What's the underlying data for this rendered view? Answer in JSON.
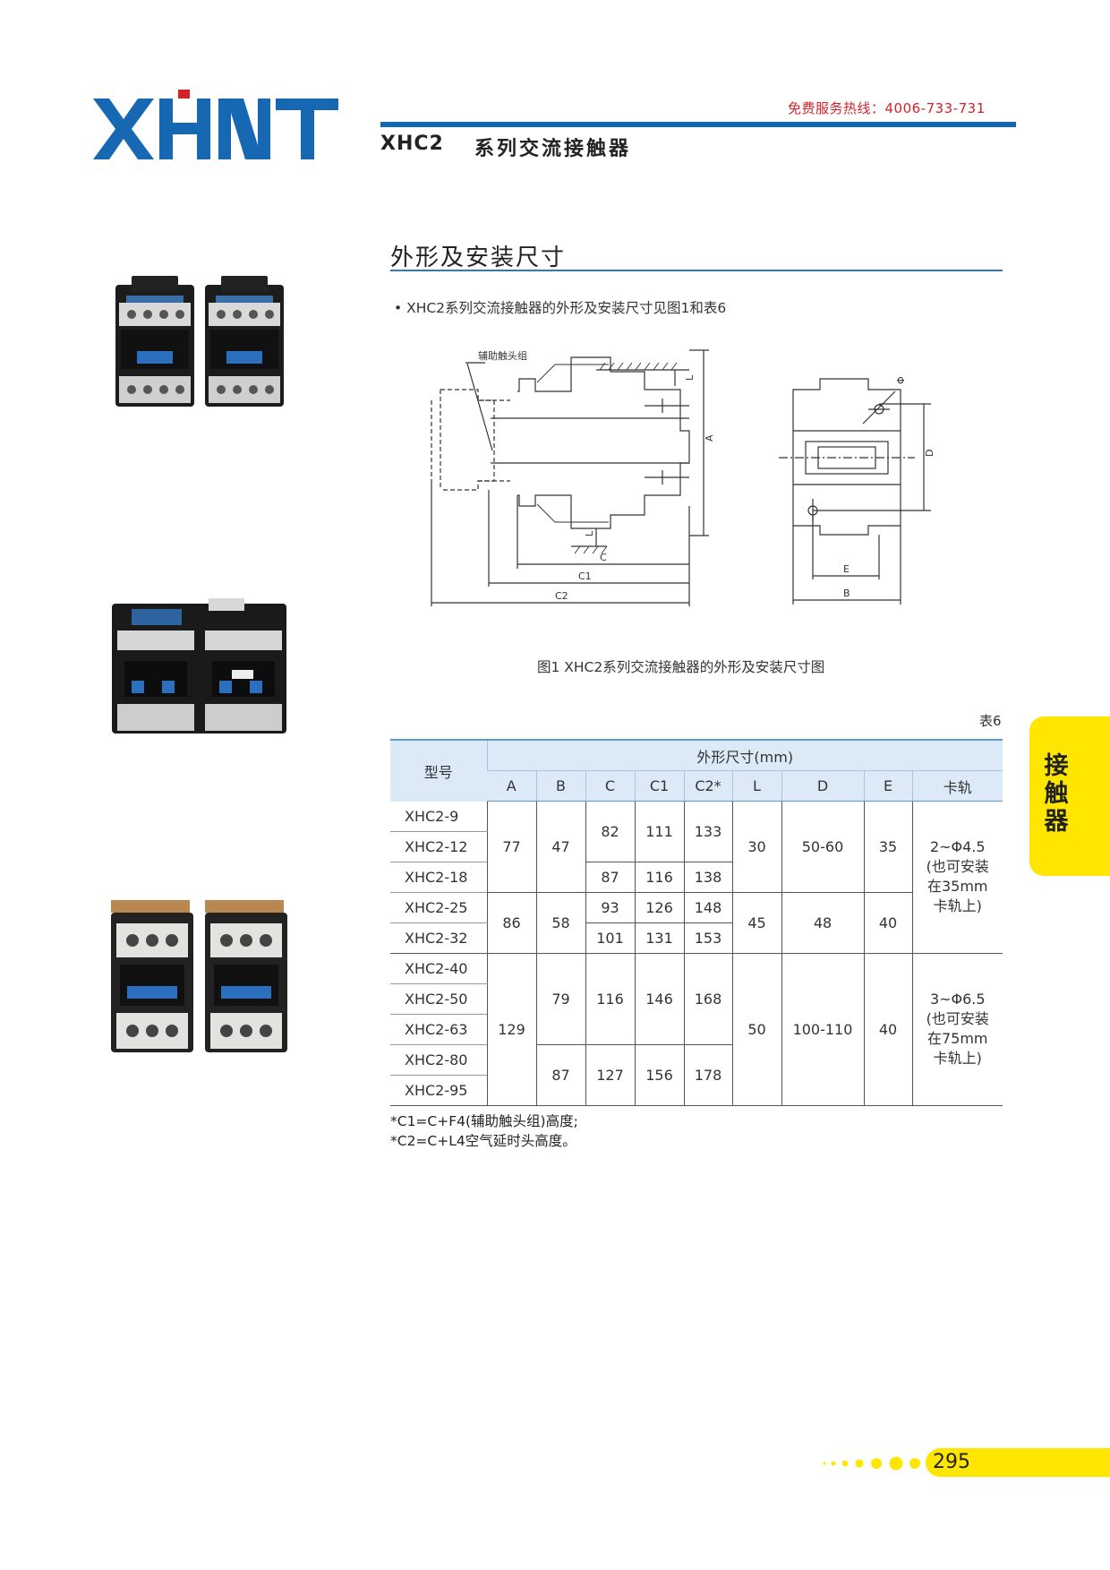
{
  "header": {
    "brand": "XHNT",
    "hotline": "免费服务热线：4006-733-731",
    "product_code": "XHC2",
    "product_title": "系列交流接触器"
  },
  "section": {
    "title": "外形及安装尺寸",
    "intro": "• XHC2系列交流接触器的外形及安装尺寸见图1和表6"
  },
  "figure": {
    "callout": "辅助触头组",
    "labels": [
      "L",
      "A",
      "L",
      "C",
      "C1",
      "C2",
      "Φ",
      "D",
      "E",
      "B"
    ],
    "caption": "图1  XHC2系列交流接触器的外形及安装尺寸图"
  },
  "table": {
    "label": "表6",
    "model_header": "型号",
    "group_header": "外形尺寸(mm)",
    "columns": [
      "A",
      "B",
      "C",
      "C1",
      "C2*",
      "L",
      "D",
      "E",
      "卡轨"
    ],
    "models": [
      "XHC2-9",
      "XHC2-12",
      "XHC2-18",
      "XHC2-25",
      "XHC2-32",
      "XHC2-40",
      "XHC2-50",
      "XHC2-63",
      "XHC2-80",
      "XHC2-95"
    ],
    "cells": {
      "A_9_18": "77",
      "B_9_18": "47",
      "C_9_12": "82",
      "C1_9_12": "111",
      "C2_9_12": "133",
      "L_9_18": "30",
      "D_9_18": "50-60",
      "E_9_18": "35",
      "rail_9_32": [
        "2~Φ4.5",
        "(也可安装",
        "在35mm",
        "卡轨上)"
      ],
      "C_18": "87",
      "C1_18": "116",
      "C2_18": "138",
      "A_25_32": "86",
      "B_25_32": "58",
      "C_25": "93",
      "C1_25": "126",
      "C2_25": "148",
      "L_25_32": "45",
      "D_25_32": "48",
      "E_25_32": "40",
      "C_32": "101",
      "C1_32": "131",
      "C2_32": "153",
      "A_40_95": "129",
      "B_40_63": "79",
      "C_40_63": "116",
      "C1_40_63": "146",
      "C2_40_63": "168",
      "L_40_95": "50",
      "D_40_95": "100-110",
      "E_40_95": "40",
      "rail_40_95": [
        "3~Φ6.5",
        "(也可安装",
        "在75mm",
        "卡轨上)"
      ],
      "B_80_95": "87",
      "C_80_95": "127",
      "C1_80_95": "156",
      "C2_80_95": "178"
    }
  },
  "notes": [
    "*C1=C+F4(辅助触头组)高度;",
    "*C2=C+L4空气延时头高度。"
  ],
  "side_tab": "接触器",
  "page_number": "295",
  "colors": {
    "brand_blue": "#1768b3",
    "brand_red": "#d2232a",
    "tab_yellow": "#ffe600",
    "header_blue": "#dbeaf6"
  }
}
